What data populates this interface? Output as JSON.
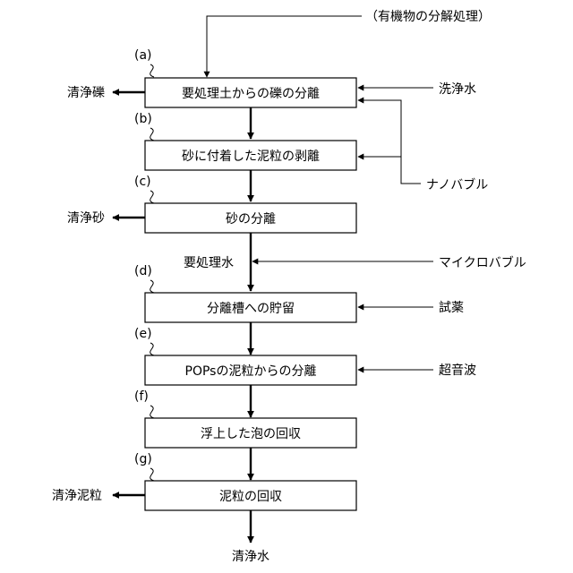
{
  "steps": [
    {
      "id": "(a)",
      "label": "要処理土からの礫の分離"
    },
    {
      "id": "(b)",
      "label": "砂に付着した泥粒の剥離"
    },
    {
      "id": "(c)",
      "label": "砂の分離"
    },
    {
      "id": "(d)",
      "label": "分離槽への貯留"
    },
    {
      "id": "(e)",
      "label": "POPsの泥粒からの分離"
    },
    {
      "id": "(f)",
      "label": "浮上した泡の回収"
    },
    {
      "id": "(g)",
      "label": "泥粒の回収"
    }
  ],
  "inputs": {
    "decomposition": "（有機物の分解処理）",
    "wash_water": "洗浄水",
    "nanobubble": "ナノバブル",
    "microbubble": "マイクロバブル",
    "reagent": "試薬",
    "ultrasound": "超音波"
  },
  "outputs": {
    "clean_gravel": "清浄礫",
    "clean_sand": "清浄砂",
    "clean_mud": "清浄泥粒",
    "clean_water": "清浄水"
  },
  "intermediate": {
    "water_to_treat": "要処理水"
  }
}
